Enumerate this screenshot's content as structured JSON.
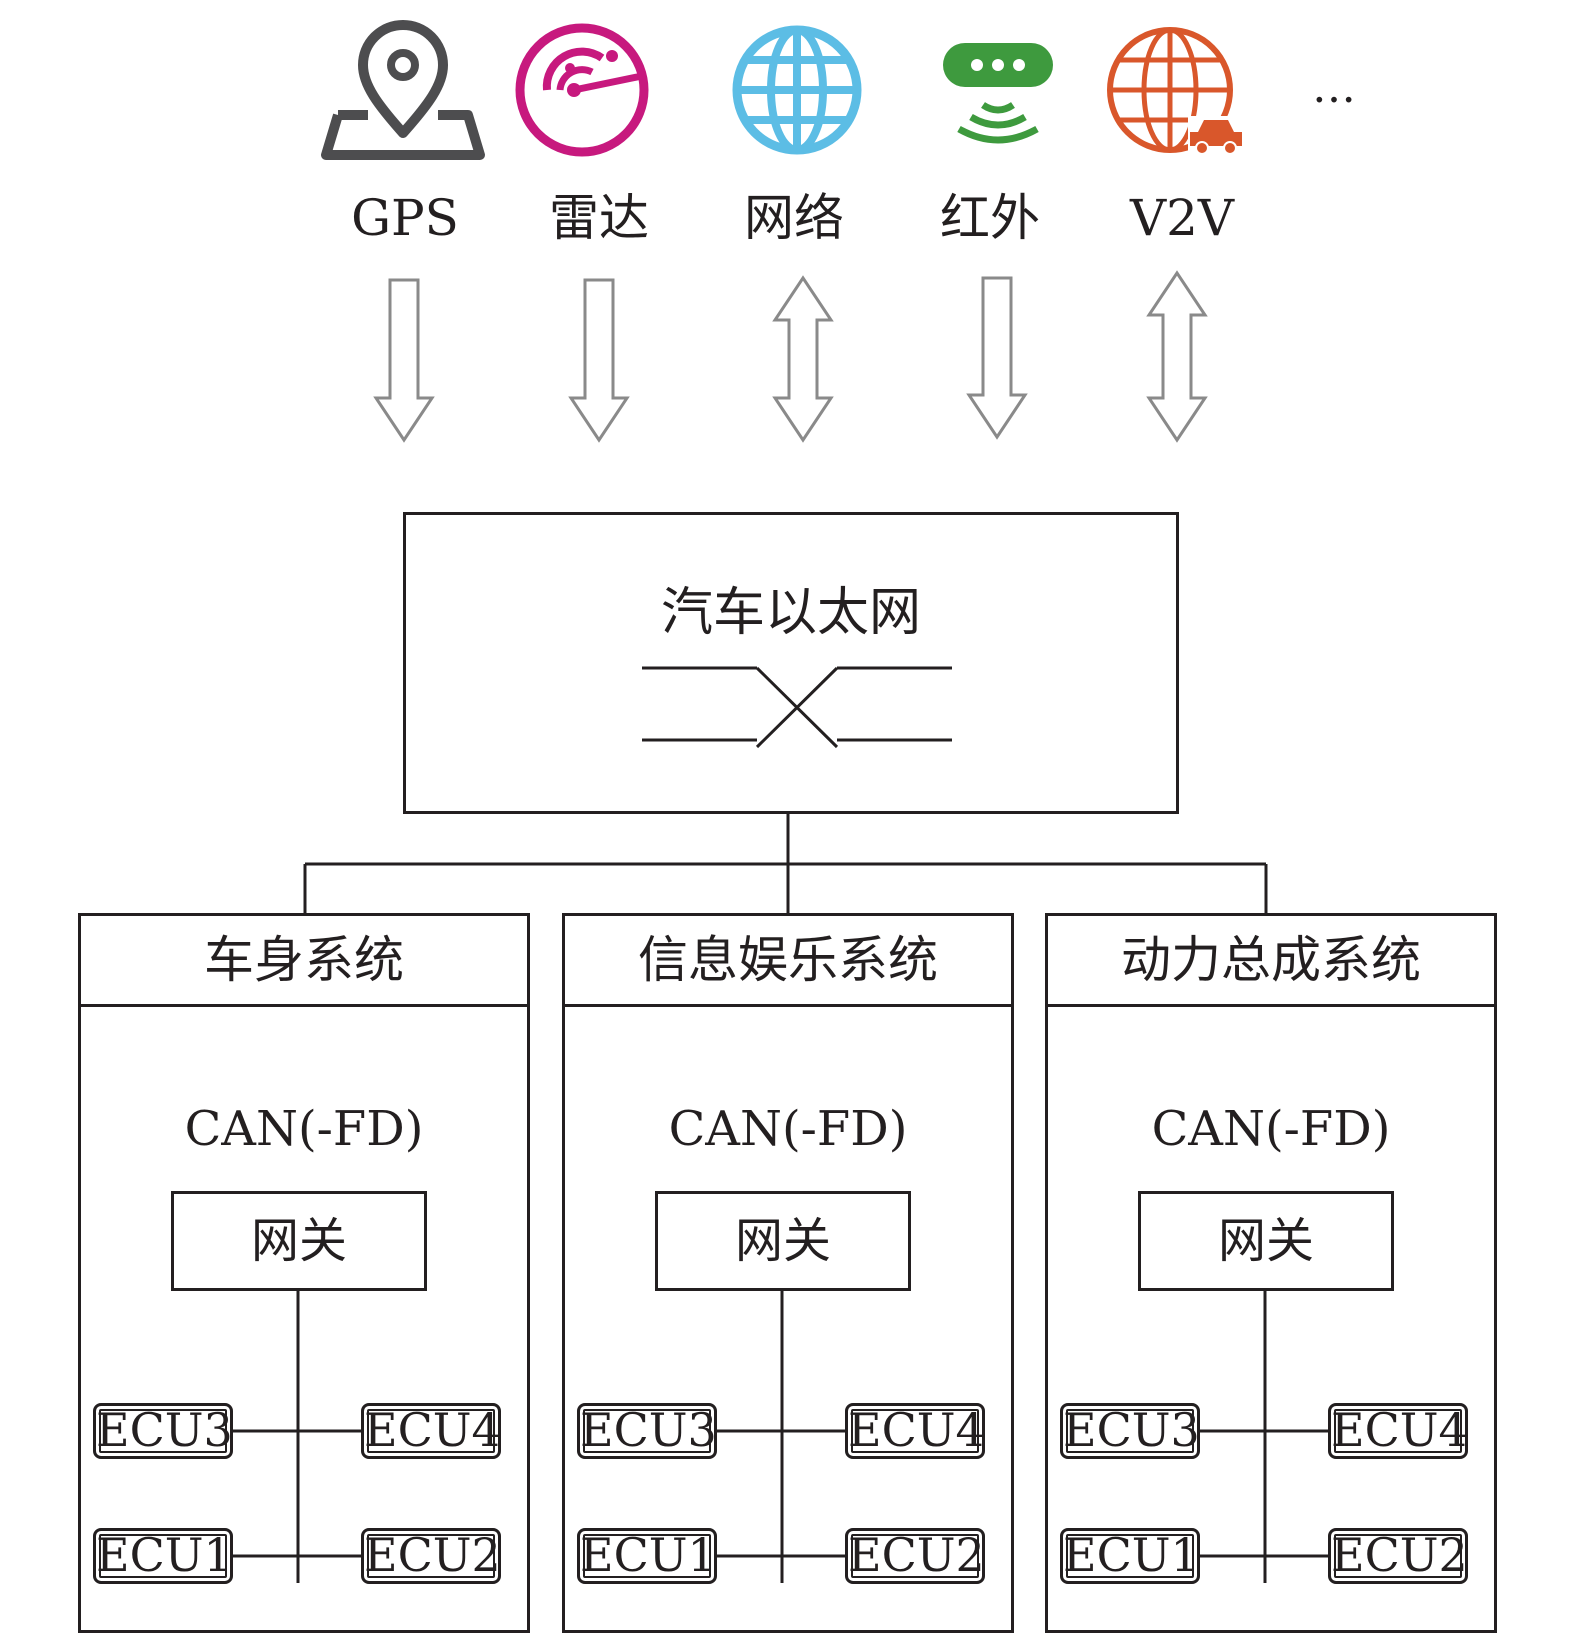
{
  "sources": [
    {
      "label": "GPS",
      "icon": "map-pin-icon",
      "color": "#4d4d4f",
      "arrow": "down"
    },
    {
      "label": "雷达",
      "icon": "radar-icon",
      "color": "#c7197e",
      "arrow": "down"
    },
    {
      "label": "网络",
      "icon": "globe-icon",
      "color": "#5cbde5",
      "arrow": "both"
    },
    {
      "label": "红外",
      "icon": "infrared-sensor-icon",
      "color": "#3e9a3e",
      "arrow": "down"
    },
    {
      "label": "V2V",
      "icon": "globe-car-icon",
      "color": "#d9572b",
      "arrow": "both"
    }
  ],
  "more": "…",
  "ethernet": {
    "title": "汽车以太网"
  },
  "systems": [
    {
      "title": "车身系统",
      "bus": "CAN(-FD)",
      "gateway": "网关",
      "ecus": [
        "ECU3",
        "ECU4",
        "ECU1",
        "ECU2"
      ]
    },
    {
      "title": "信息娱乐系统",
      "bus": "CAN(-FD)",
      "gateway": "网关",
      "ecus": [
        "ECU3",
        "ECU4",
        "ECU1",
        "ECU2"
      ]
    },
    {
      "title": "动力总成系统",
      "bus": "CAN(-FD)",
      "gateway": "网关",
      "ecus": [
        "ECU3",
        "ECU4",
        "ECU1",
        "ECU2"
      ]
    }
  ]
}
